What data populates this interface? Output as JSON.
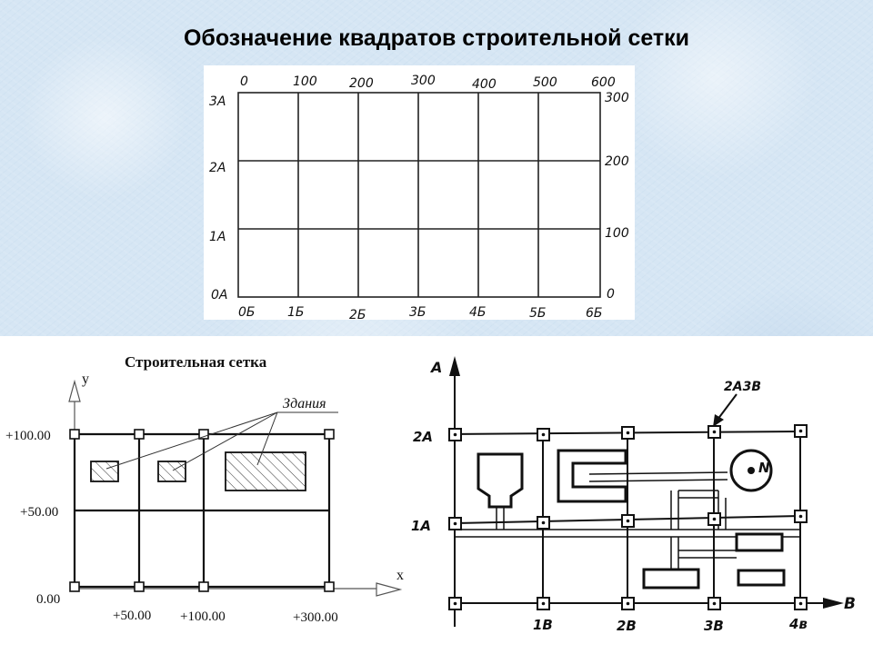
{
  "title": "Обозначение квадратов строительной сетки",
  "top_grid": {
    "top_labels": [
      "0",
      "100",
      "200",
      "300",
      "400",
      "500",
      "600"
    ],
    "bottom_labels": [
      "0Б",
      "1Б",
      "2Б",
      "3Б",
      "4Б",
      "5Б",
      "6Б"
    ],
    "left_labels": [
      "3А",
      "2А",
      "1А",
      "0А"
    ],
    "right_labels": [
      "300",
      "200",
      "100",
      "0"
    ]
  },
  "construction_grid": {
    "title": "Строительная сетка",
    "y_axis": "y",
    "x_axis": "x",
    "buildings_label": "Здания",
    "y_ticks": [
      "+100.00",
      "+50.00",
      "0.00"
    ],
    "x_ticks": [
      "+50.00",
      "+100.00",
      "+300.00"
    ]
  },
  "site_plan": {
    "axis_a": "А",
    "axis_b": "В",
    "row_labels": [
      "2А",
      "1А"
    ],
    "col_labels": [
      "1В",
      "2В",
      "3В",
      "4в"
    ],
    "callout": "2А3В",
    "symbol": "N"
  }
}
